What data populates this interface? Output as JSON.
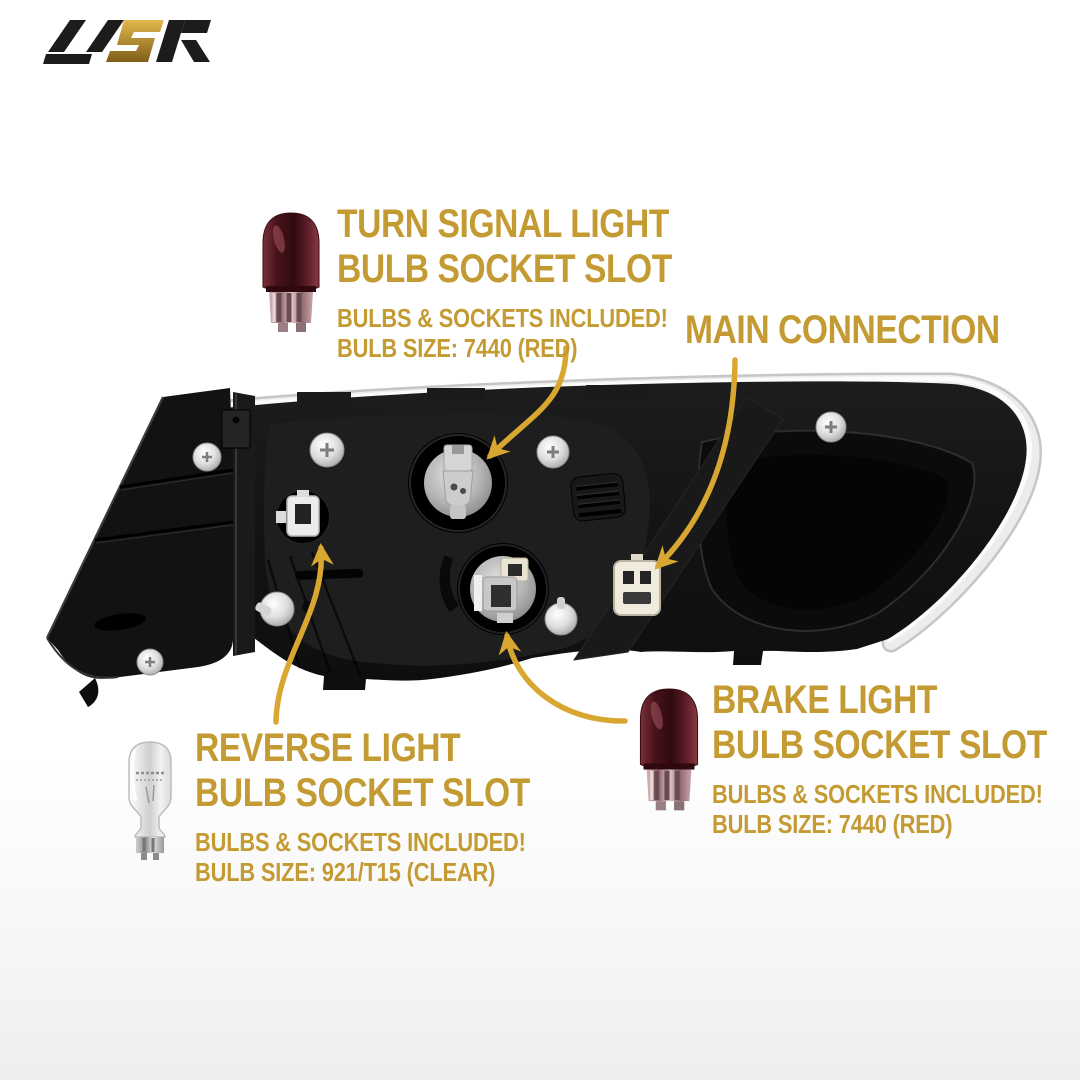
{
  "logo": {
    "text": "USR",
    "letters": [
      "U",
      "S",
      "R"
    ]
  },
  "colors": {
    "accent_gold_text": "#C49B33",
    "accent_gold_arrow": "#D8A732",
    "logo_gold": "#C9992E",
    "logo_black": "#1c1c1c",
    "housing_black": "#141414",
    "chrome_edge": "#ECECEC",
    "background": "#FFFFFF"
  },
  "annotations": {
    "turn_signal": {
      "title_line1": "TURN SIGNAL LIGHT",
      "title_line2": "BULB SOCKET SLOT",
      "note_line1": "BULBS & SOCKETS INCLUDED!",
      "note_line2": "BULB SIZE: 7440 (RED)"
    },
    "main_connection": {
      "title": "MAIN CONNECTION"
    },
    "brake": {
      "title_line1": "BRAKE LIGHT",
      "title_line2": "BULB SOCKET SLOT",
      "note_line1": "BULBS & SOCKETS INCLUDED!",
      "note_line2": "BULB SIZE: 7440 (RED)"
    },
    "reverse": {
      "title_line1": "REVERSE LIGHT",
      "title_line2": "BULB SOCKET SLOT",
      "note_line1": "BULBS & SOCKETS INCLUDED!",
      "note_line2": "BULB SIZE: 921/T15 (CLEAR)"
    }
  }
}
